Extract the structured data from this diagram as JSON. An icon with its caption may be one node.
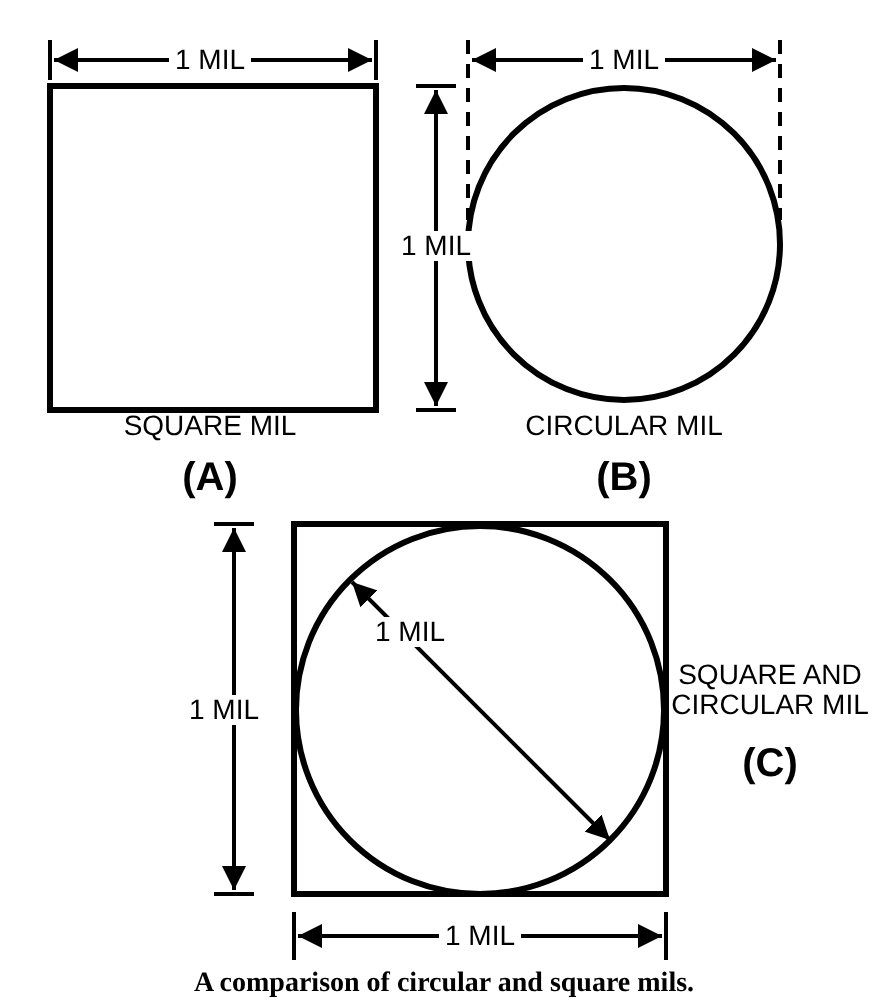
{
  "diagram": {
    "caption": "A comparison of circular and square mils.",
    "nodes": [
      {
        "text": [],
        "shape": "box"
      },
      {
        "text": [],
        "shape": "circle"
      },
      {
        "text": [],
        "shape": "box"
      },
      {
        "text": [],
        "shape": "circle",
        "in": 2
      }
    ],
    "labels": [
      "1 MIL",
      "1 MIL",
      "1 MIL",
      "SQUARE MIL",
      "CIRCULAR MIL",
      "(A)",
      "(B)",
      "1 MIL",
      "1 MIL",
      "SQUARE AND CIRCULAR MIL",
      "(C)",
      "1 MIL"
    ]
  }
}
